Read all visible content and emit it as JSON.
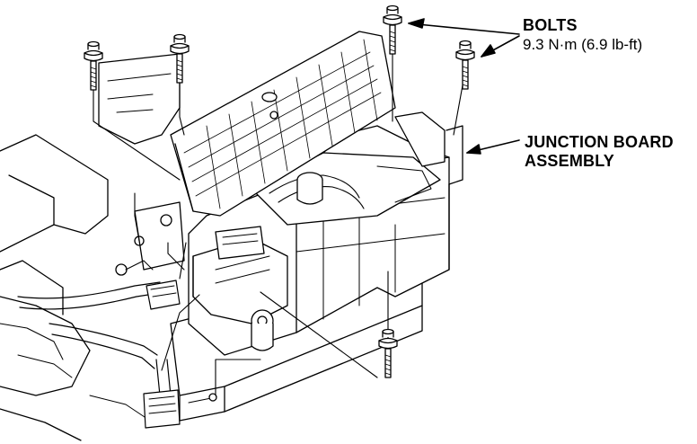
{
  "callouts": {
    "bolts": {
      "title": "BOLTS",
      "torque": "9.3 N·m (6.9 lb-ft)"
    },
    "junction_board": {
      "line1": "JUNCTION BOARD",
      "line2": "ASSEMBLY"
    }
  },
  "colors": {
    "line": "#000000",
    "background": "#ffffff"
  }
}
